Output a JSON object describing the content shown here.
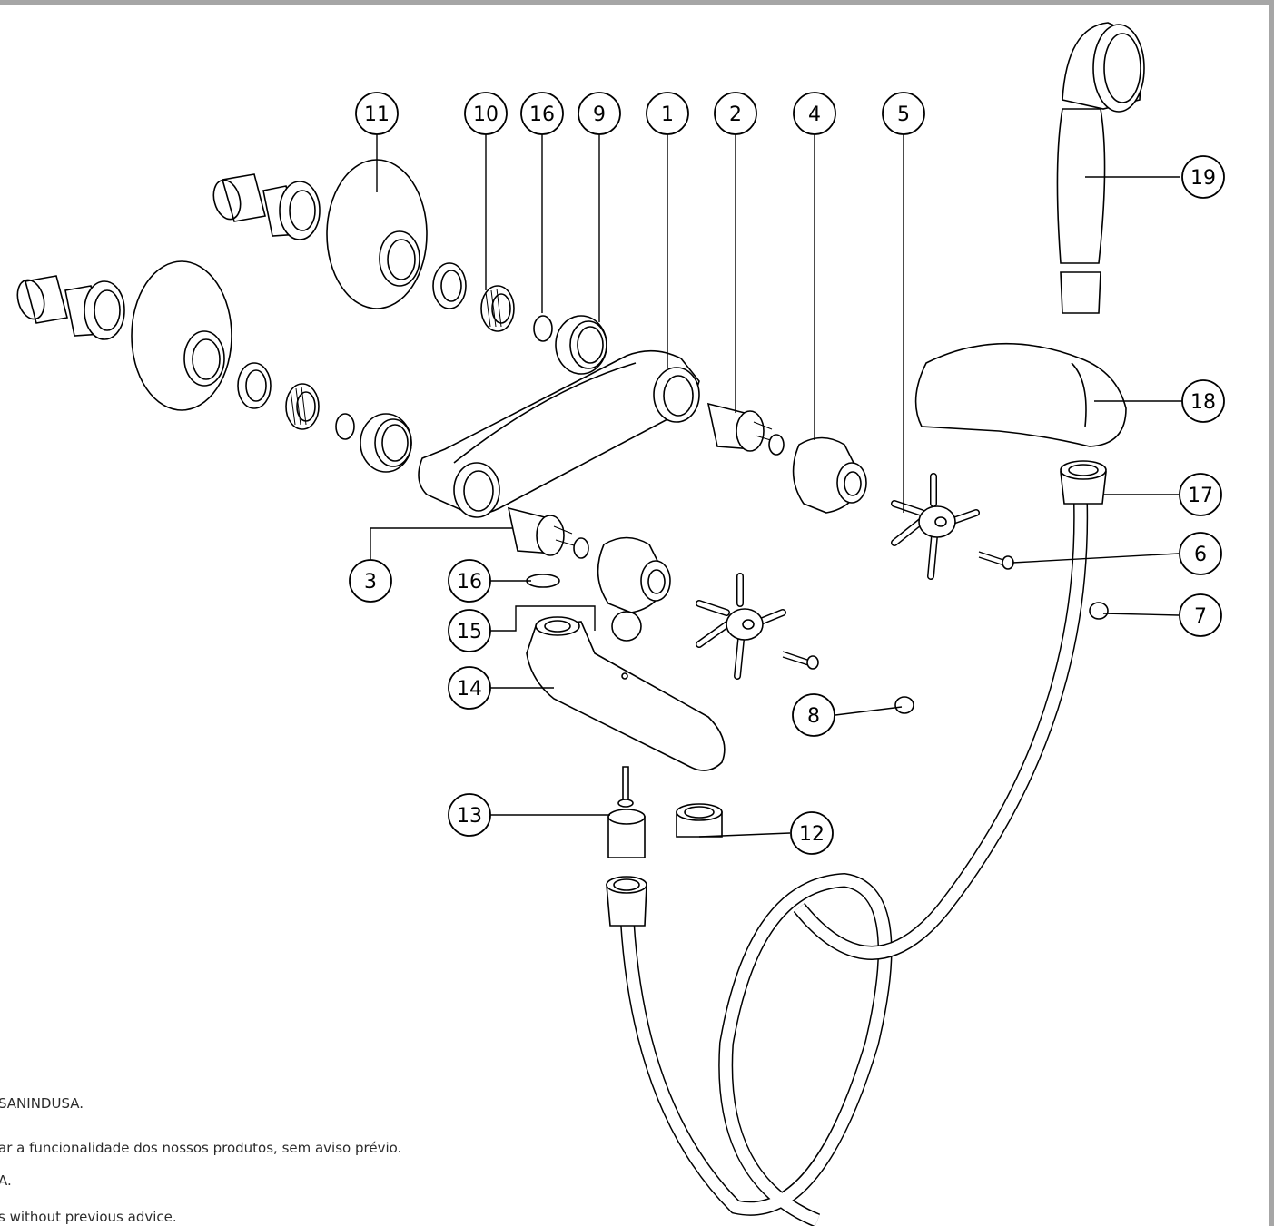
{
  "callouts": [
    {
      "label": "11"
    },
    {
      "label": "10"
    },
    {
      "label": "16"
    },
    {
      "label": "9"
    },
    {
      "label": "1"
    },
    {
      "label": "2"
    },
    {
      "label": "4"
    },
    {
      "label": "5"
    },
    {
      "label": "19"
    },
    {
      "label": "18"
    },
    {
      "label": "17"
    },
    {
      "label": "6"
    },
    {
      "label": "7"
    },
    {
      "label": "3"
    },
    {
      "label": "16"
    },
    {
      "label": "15"
    },
    {
      "label": "14"
    },
    {
      "label": "8"
    },
    {
      "label": "13"
    },
    {
      "label": "12"
    }
  ],
  "notes": [
    "SANINDUSA.",
    "ar a funcionalidade dos nossos produtos, sem aviso prévio.",
    "A.",
    "s without previous advice."
  ],
  "colors": {
    "line": "#000000",
    "frame": "#a6a6a6"
  }
}
